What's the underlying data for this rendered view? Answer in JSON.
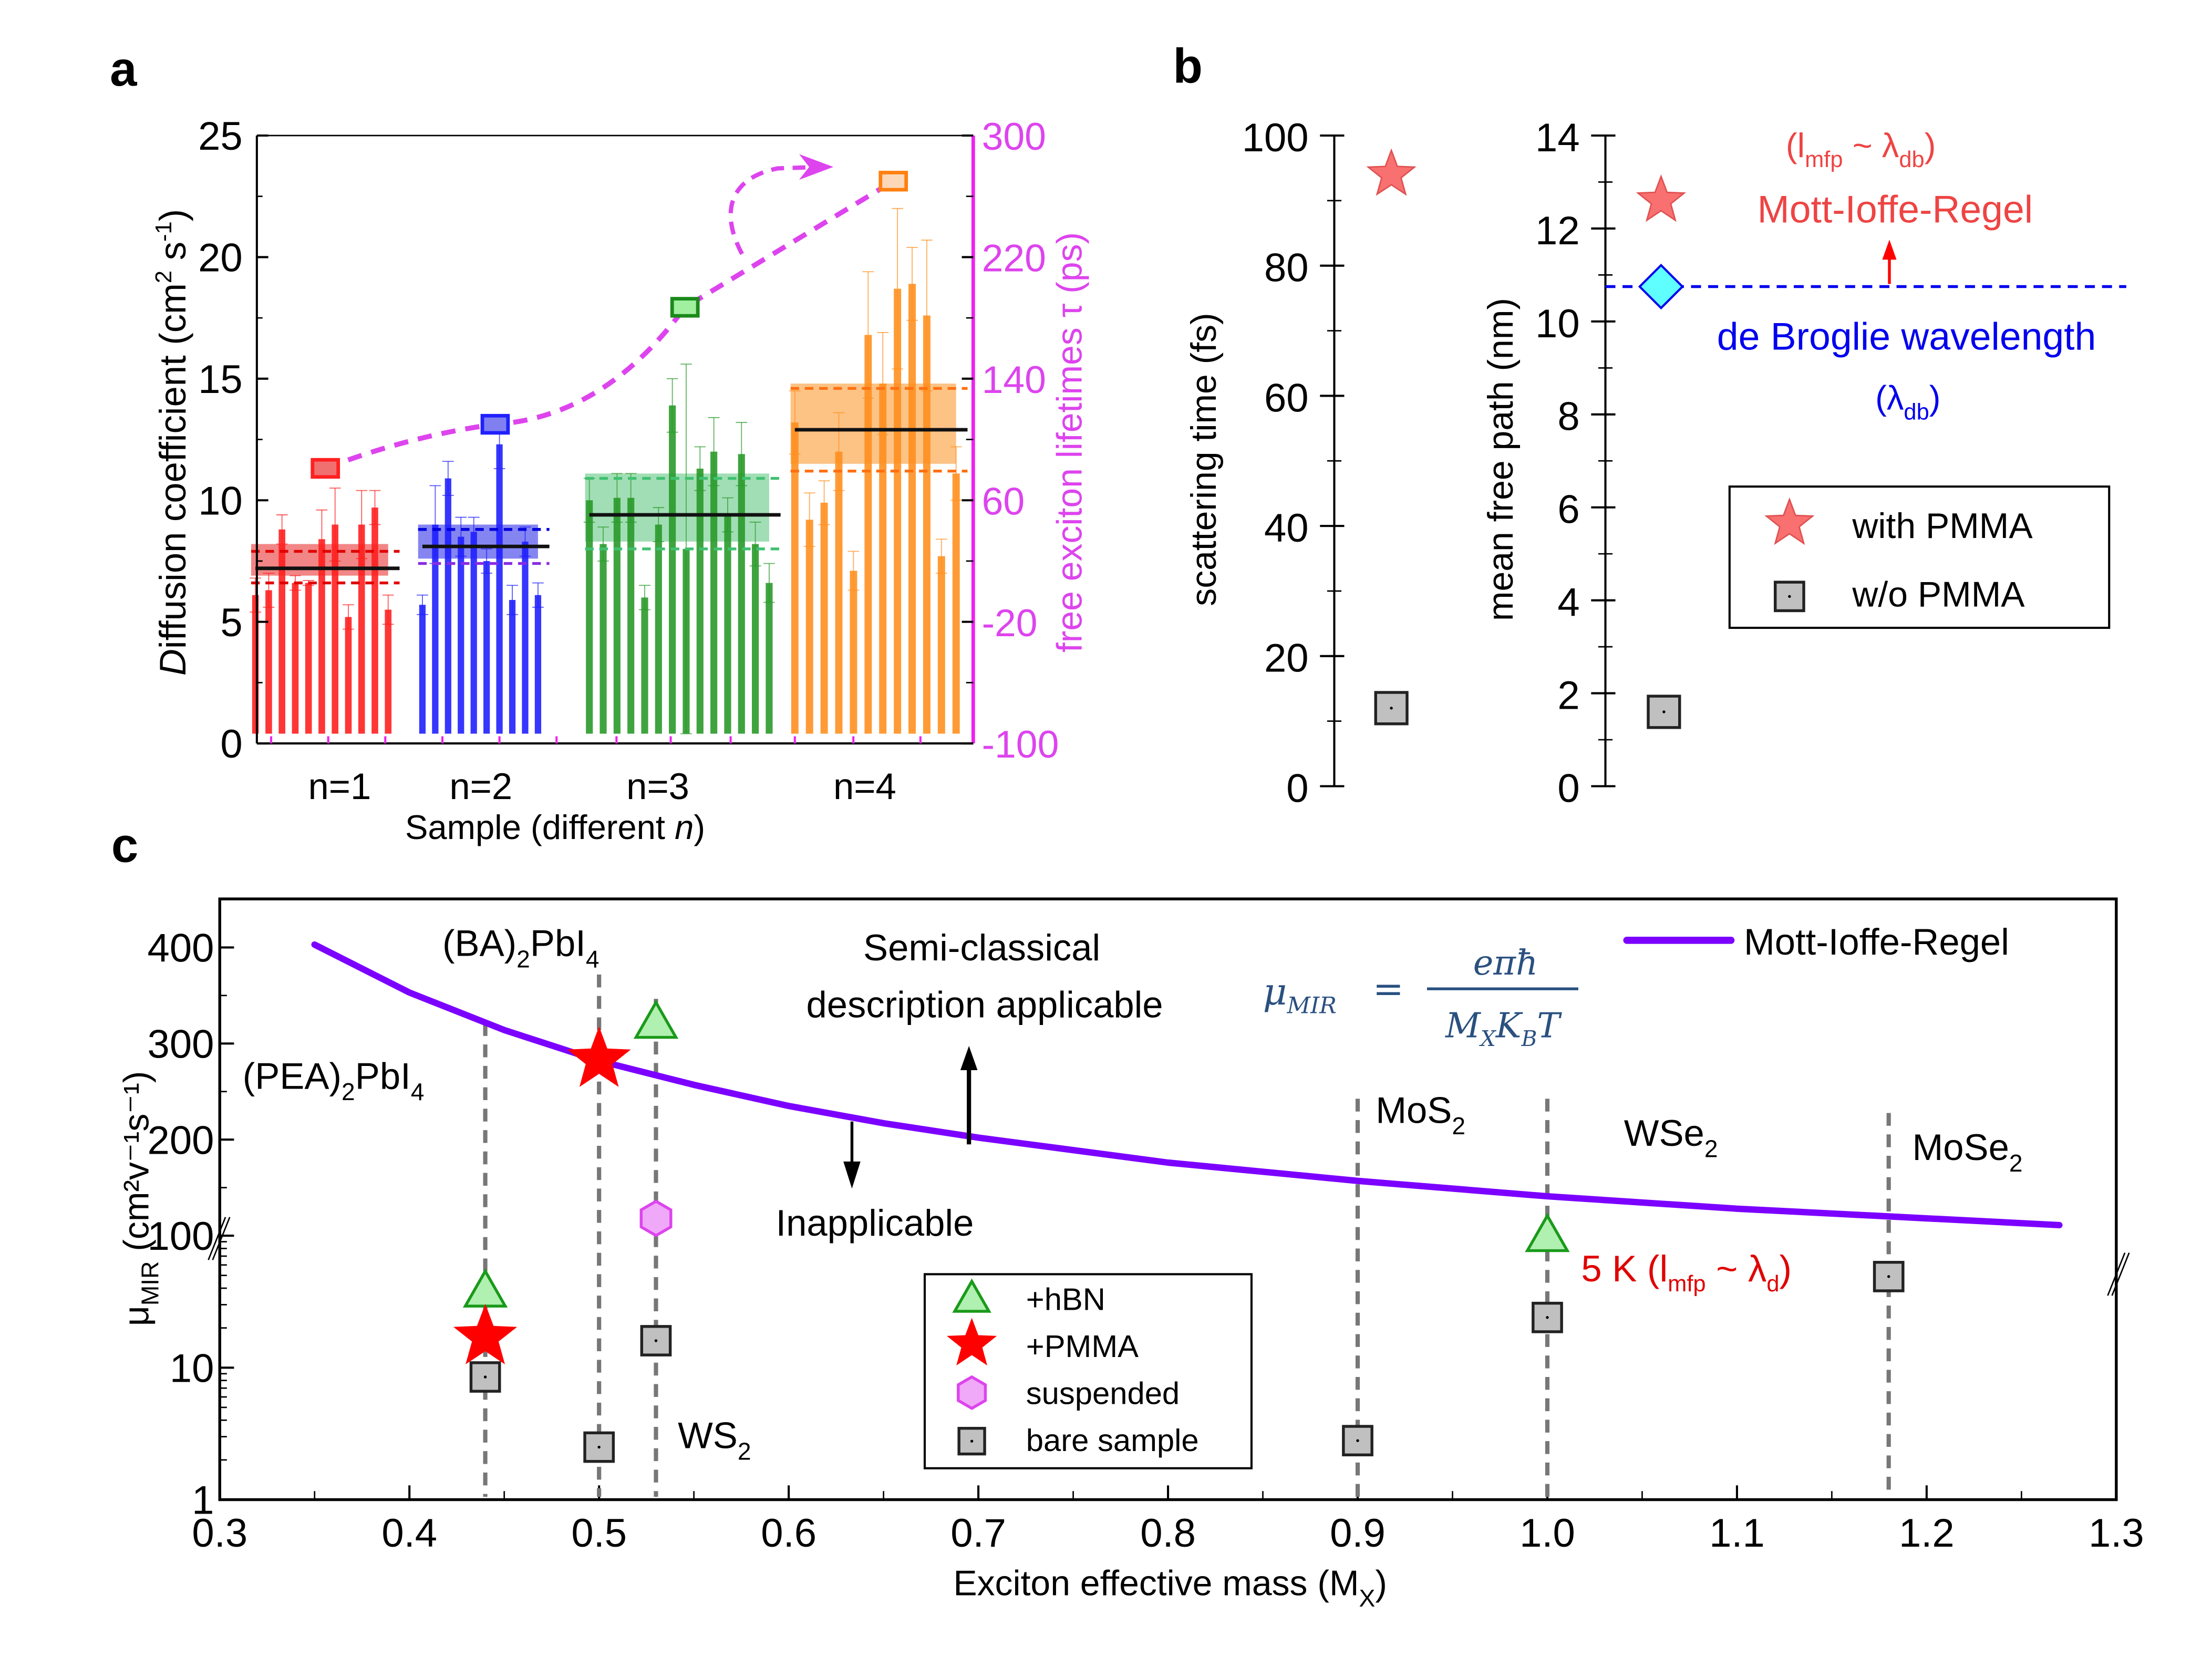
{
  "panel_labels": {
    "a": "a",
    "b": "b",
    "c": "c"
  },
  "chart_data": [
    {
      "id": "a",
      "type": "bar",
      "xlabel": "Sample (different n)",
      "xlabel_parts": [
        "Sample (different ",
        "n",
        ")"
      ],
      "ylabel_parts": [
        "D",
        "iffusion coefficient (cm",
        "2",
        " s",
        "-1",
        ")"
      ],
      "ylim": [
        0,
        25
      ],
      "yticks": [
        0,
        5,
        10,
        15,
        20,
        25
      ],
      "y2label": "free exciton lifetimes τ (ps)",
      "y2lim": [
        -100,
        300
      ],
      "y2ticks": [
        -100,
        -20,
        60,
        140,
        220,
        300
      ],
      "categories": [
        "n=1",
        "n=2",
        "n=3",
        "n=4"
      ],
      "groups": [
        {
          "name": "n=1",
          "color": "#ff2020",
          "fill": "#f07070",
          "values": [
            6.1,
            6.3,
            8.8,
            6.6,
            6.6,
            8.4,
            9.0,
            5.2,
            9.0,
            9.7,
            5.5
          ],
          "errors": [
            0.7,
            0.7,
            0.6,
            0.3,
            0.1,
            1.2,
            1.5,
            0.5,
            1.4,
            0.7,
            0.6
          ],
          "mean": 7.2,
          "band": [
            6.9,
            8.2
          ],
          "dash_hi": 7.9,
          "dash_lo": 6.6,
          "dash_color": "#e00000",
          "lifetime": 81
        },
        {
          "name": "n=2",
          "color": "#2020ff",
          "fill": "#7070f0",
          "values": [
            5.7,
            9.0,
            10.9,
            8.5,
            8.7,
            7.5,
            12.3,
            5.9,
            8.3,
            6.1
          ],
          "errors": [
            0.4,
            1.6,
            0.7,
            0.8,
            0.6,
            0.5,
            1.0,
            0.6,
            0.6,
            0.5
          ],
          "mean": 8.1,
          "band": [
            7.6,
            9.0
          ],
          "dash_hi": 8.8,
          "dash_lo": 7.4,
          "dash_color": "#0000dd",
          "dash_lo_color": "#8a2be2",
          "lifetime": 110
        },
        {
          "name": "n=3",
          "color": "#2a9a2a",
          "fill": "#90d8a8",
          "values": [
            10.0,
            8.2,
            10.1,
            10.1,
            6.0,
            9.0,
            13.9,
            8.0,
            11.3,
            12.0,
            9.4,
            11.9,
            8.2,
            6.6
          ],
          "errors": [
            0.9,
            0.7,
            1.0,
            1.0,
            0.5,
            0.7,
            1.1,
            7.6,
            0.9,
            1.4,
            0.7,
            1.3,
            0.9,
            0.8
          ],
          "mean": 9.4,
          "band": [
            8.3,
            11.1
          ],
          "dash_hi": 10.9,
          "dash_lo": 8.0,
          "dash_color": "#40c070",
          "lifetime": 187
        },
        {
          "name": "n=4",
          "color": "#ff9020",
          "fill": "#fbb870",
          "values": [
            13.2,
            9.2,
            9.9,
            12.0,
            7.1,
            16.8,
            14.8,
            18.7,
            18.9,
            17.6,
            7.7,
            11.1
          ],
          "errors": [
            1.3,
            1.1,
            0.9,
            1.6,
            0.8,
            2.6,
            2.1,
            3.3,
            1.5,
            3.1,
            0.7,
            1.1
          ],
          "mean": 12.9,
          "band": [
            11.5,
            14.8
          ],
          "dash_hi": 14.6,
          "dash_lo": 11.2,
          "dash_color": "#ff7010",
          "lifetime": 270
        }
      ],
      "lifetime_series": {
        "name": "free exciton lifetime",
        "color": "#dd44ee",
        "marker_colors": [
          "#ff2020",
          "#2020ff",
          "#1a8a1a",
          "#ff8010"
        ],
        "marker_fills": [
          "#f07070",
          "#8080f0",
          "#a0f0a0",
          "#fcd8b8"
        ]
      }
    },
    {
      "id": "b1",
      "type": "scatter",
      "ylabel": "scattering time (fs)",
      "ylim": [
        0,
        100
      ],
      "yticks": [
        0,
        20,
        40,
        60,
        80,
        100
      ],
      "series": [
        {
          "name": "with PMMA",
          "marker": "star",
          "y": 94
        },
        {
          "name": "w/o PMMA",
          "marker": "square",
          "y": 12
        }
      ]
    },
    {
      "id": "b2",
      "type": "scatter",
      "ylabel": "mean free path (nm)",
      "ylim": [
        0,
        14
      ],
      "yticks": [
        0,
        2,
        4,
        6,
        8,
        10,
        12,
        14
      ],
      "series": [
        {
          "name": "with PMMA",
          "marker": "star",
          "y": 12.6
        },
        {
          "name": "w/o PMMA",
          "marker": "square",
          "y": 1.6
        },
        {
          "name": "de Broglie wavelength",
          "marker": "diamond",
          "y": 10.75
        }
      ],
      "hline": {
        "y": 10.75,
        "label": "de Broglie wavelength",
        "sublabel": "(λ",
        "sublabel_sub": "db",
        "sublabel_end": ")",
        "color": "#0000ee"
      },
      "annotations": {
        "mir_top": "(l",
        "mir_top_sub1": "mfp",
        "mir_top_mid": " ~ λ",
        "mir_top_sub2": "db",
        "mir_top_end": ")",
        "mir_label": "Mott-Ioffe-Regel",
        "color": "#ee4444"
      },
      "legend": [
        {
          "label": "with PMMA",
          "marker": "star"
        },
        {
          "label": "w/o PMMA",
          "marker": "square"
        }
      ],
      "legend_position": "lower-right"
    },
    {
      "id": "c",
      "type": "scatter",
      "xlabel": "Exciton effective mass (M",
      "xlabel_sub": "X",
      "xlabel_end": ")",
      "ylabel": "μ",
      "ylabel_sub": "MIR",
      "ylabel_rest": " (cm²v⁻¹s⁻¹)",
      "xlim": [
        0.3,
        1.3
      ],
      "xticks": [
        "0.3",
        "0.4",
        "0.5",
        "0.6",
        "0.7",
        "0.8",
        "0.9",
        "1.0",
        "1.1",
        "1.2",
        "1.3"
      ],
      "yscale": "broken: log (1–100) below, linear (100–450) above",
      "yticks": [
        1,
        10,
        100,
        200,
        300,
        400
      ],
      "curve": {
        "name": "Mott-Ioffe-Regel",
        "color": "#7b00ff",
        "x": [
          0.35,
          0.4,
          0.45,
          0.5,
          0.55,
          0.6,
          0.65,
          0.7,
          0.8,
          0.9,
          1.0,
          1.1,
          1.18,
          1.27
        ],
        "y": [
          403,
          353,
          314,
          282,
          257,
          235,
          217,
          202,
          176,
          157,
          141,
          128,
          120,
          111
        ]
      },
      "vlines": [
        0.44,
        0.5,
        0.53,
        0.9,
        1.0,
        1.18
      ],
      "points": [
        {
          "series": "+hBN",
          "x": 0.44,
          "y": 38
        },
        {
          "series": "+hBN",
          "x": 0.53,
          "y": 322
        },
        {
          "series": "+hBN",
          "x": 1.0,
          "y": 100
        },
        {
          "series": "+PMMA",
          "x": 0.44,
          "y": 17
        },
        {
          "series": "+PMMA",
          "x": 0.5,
          "y": 283
        },
        {
          "series": "suspended",
          "x": 0.53,
          "y": 118
        },
        {
          "series": "bare sample",
          "x": 0.44,
          "y": 8.5
        },
        {
          "series": "bare sample",
          "x": 0.5,
          "y": 2.5
        },
        {
          "series": "bare sample",
          "x": 0.53,
          "y": 16
        },
        {
          "series": "bare sample",
          "x": 0.9,
          "y": 2.8
        },
        {
          "series": "bare sample",
          "x": 1.0,
          "y": 24
        },
        {
          "series": "bare sample",
          "x": 1.18,
          "y": 49
        }
      ],
      "legend": [
        {
          "label": "+hBN",
          "marker": "triangle"
        },
        {
          "label": "+PMMA",
          "marker": "star"
        },
        {
          "label": "suspended",
          "marker": "hexagon"
        },
        {
          "label": "bare sample",
          "marker": "square"
        }
      ],
      "legend_curve": "Mott-Ioffe-Regel",
      "material_labels": {
        "pea": "(PEA)",
        "pea_sub": "2",
        "pea_end": "PbI",
        "pea_sub2": "4",
        "ba": "(BA)",
        "ba_sub": "2",
        "ba_end": "PbI",
        "ba_sub2": "4",
        "ws2": "WS",
        "ws2_sub": "2",
        "mos2": "MoS",
        "mos2_sub": "2",
        "wse2": "WSe",
        "wse2_sub": "2",
        "mose2": "MoSe",
        "mose2_sub": "2"
      },
      "annotations": {
        "semi1": "Semi-classical",
        "semi2": "description applicable",
        "inapplicable": "Inapplicable",
        "fivek": "5 K (l",
        "fivek_sub1": "mfp",
        "fivek_mid": " ~ λ",
        "fivek_sub2": "d",
        "fivek_end": ")",
        "formula_lhs": "μ",
        "formula_lhs_sub": "MIR",
        "formula_eq": "=",
        "formula_num": "eπħ",
        "formula_den": "M",
        "formula_den_sub1": "X",
        "formula_den_mid": "K",
        "formula_den_sub2": "B",
        "formula_den_end": "T",
        "formula_color": "#2a5080"
      }
    }
  ]
}
